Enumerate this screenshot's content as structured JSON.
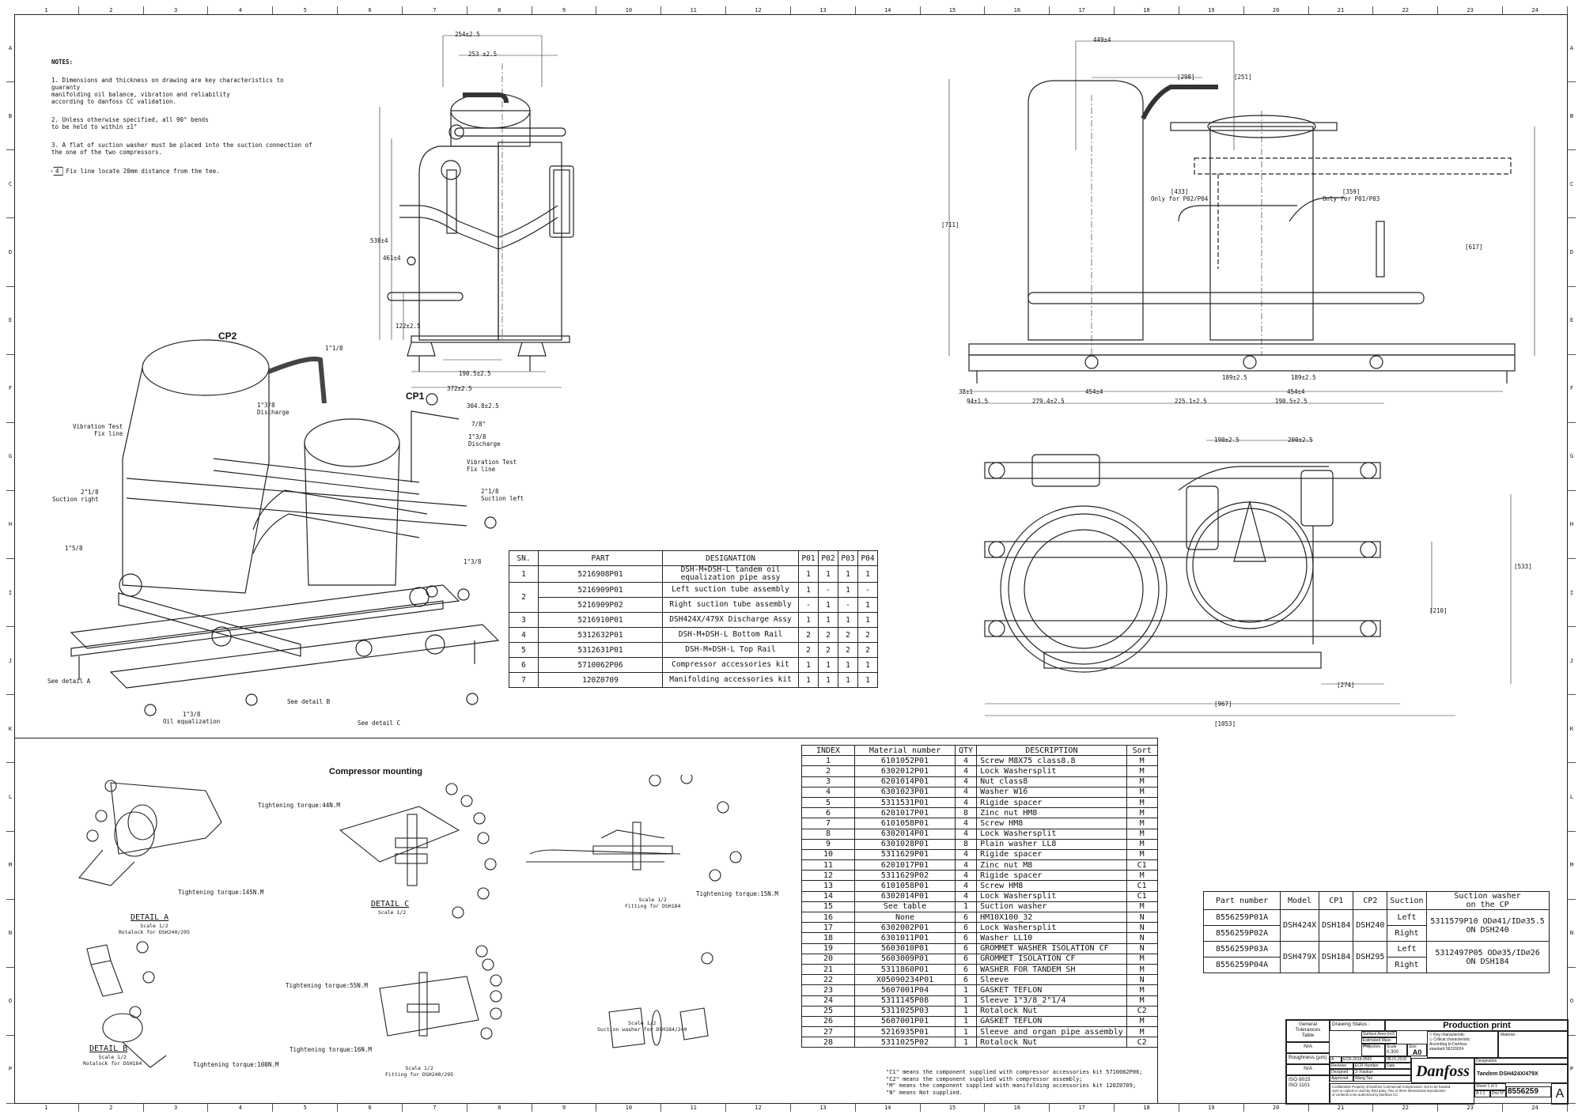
{
  "zones_top": [
    "1",
    "2",
    "3",
    "4",
    "5",
    "6",
    "7",
    "8",
    "9",
    "10",
    "11",
    "12",
    "13",
    "14",
    "15",
    "16",
    "17",
    "18",
    "19",
    "20",
    "21",
    "22",
    "23",
    "24"
  ],
  "zones_side": [
    "A",
    "B",
    "C",
    "D",
    "E",
    "F",
    "G",
    "H",
    "I",
    "J",
    "K",
    "L",
    "M",
    "N",
    "O",
    "P"
  ],
  "notes": {
    "heading": "NOTES:",
    "items": [
      "1. Dimensions and thickness on drawing are key characteristics to guaranty\n   manifolding oil balance, vibration and reliability\n   according to danfoss CC validation.",
      "2. Unless otherwise specified, all 90° bends\n   to be held to within ±1°",
      "3. A flat of suction washer must be placed into the suction connection of\n   the one of the two compressors."
    ],
    "flag_number": "4",
    "flag_text": "Fix line locate 20mm distance from the tee."
  },
  "iso_labels": {
    "cp2": "CP2",
    "cp1": "CP1",
    "pipe_1_1_8": "1\"1/8",
    "discharge_left": "1\"3/8\nDischarge",
    "vib_test_left": "Vibration Test\nFix line",
    "suction_right": "2\"1/8\nSuction right",
    "pipe_7_8": "7/8\"",
    "discharge_right": "1\"3/8\nDischarge",
    "vib_test_right": "Vibration Test\nFix line",
    "suction_left": "2\"1/8\nSuction left",
    "pipe_1_5_8": "1\"5/8",
    "pipe_1_3_8": "1\"3/8",
    "see_detail_a": "See detail A",
    "oil_equalization": "1\"3/8\nOil equalization",
    "see_detail_b": "See detail B",
    "see_detail_c": "See detail C",
    "flag": "4"
  },
  "front_dims": {
    "d254": "254±2.5",
    "d253": "253 ±2.5",
    "d538": "538±4",
    "d461": "461±4",
    "d122": "122±2.5",
    "d190": "190.5±2.5",
    "d372": "372±2.5",
    "d304": "304.8±2.5"
  },
  "side_dims": {
    "d449": "449±4",
    "d298": "[298]",
    "d251": "[251]",
    "d433": "[433]\nOnly for P02/P04",
    "d359": "[359]\nOnly for P01/P03",
    "d711": "[711]",
    "d617": "[617]",
    "d38": "38±1",
    "d94": "94±1.5",
    "d279": "279.4±2.5",
    "d454a": "454±4",
    "d225": "225.1±2.5",
    "d189a": "189±2.5",
    "d189b": "189±2.5",
    "d454b": "454±4",
    "d190": "190.5±2.5"
  },
  "top_dims": {
    "d190": "190±2.5",
    "d200": "200±2.5",
    "d533": "[533]",
    "d210": "[210]",
    "d274": "[274]",
    "d967": "[967]",
    "d1053": "[1053]"
  },
  "parts_table": {
    "headers": [
      "SN.",
      "PART",
      "DESIGNATION",
      "P01",
      "P02",
      "P03",
      "P04"
    ],
    "rows": [
      {
        "sn": "1",
        "part": "5216908P01",
        "designation": "DSH-M+DSH-L tandem oil\nequalization pipe assy",
        "p": [
          "1",
          "1",
          "1",
          "1"
        ]
      },
      {
        "sn": "2",
        "part": "5216909P01",
        "designation": "Left suction tube assembly",
        "p": [
          "1",
          "-",
          "1",
          "-"
        ]
      },
      {
        "sn": "",
        "part": "5216909P02",
        "designation": "Right suction tube assembly",
        "p": [
          "-",
          "1",
          "-",
          "1"
        ]
      },
      {
        "sn": "3",
        "part": "5216910P01",
        "designation": "DSH424X/479X Discharge Assy",
        "p": [
          "1",
          "1",
          "1",
          "1"
        ]
      },
      {
        "sn": "4",
        "part": "5312632P01",
        "designation": "DSH-M+DSH-L Bottom Rail",
        "p": [
          "2",
          "2",
          "2",
          "2"
        ]
      },
      {
        "sn": "5",
        "part": "5312631P01",
        "designation": "DSH-M+DSH-L Top Rail",
        "p": [
          "2",
          "2",
          "2",
          "2"
        ]
      },
      {
        "sn": "6",
        "part": "5710062P06",
        "designation": "Compressor accessories kit",
        "p": [
          "1",
          "1",
          "1",
          "1"
        ]
      },
      {
        "sn": "7",
        "part": "120Z0709",
        "designation": "Manifolding accessories kit",
        "p": [
          "1",
          "1",
          "1",
          "1"
        ]
      }
    ]
  },
  "details": {
    "compressor_mounting": "Compressor mounting",
    "detail_a_title": "DETAIL A",
    "detail_a_sub": "Scale 1/2\nRotalock for DSH240/295",
    "detail_a_torque": "Tightening torque:145N.M",
    "detail_b_title": "DETAIL B",
    "detail_b_sub": "Scale 1/2\nRotalock for DSH184",
    "detail_b_torque": "Tightening torque:100N.M",
    "detail_c_title": "DETAIL C",
    "detail_c_sub": "Scale 1/2",
    "detail_c_torque": "Tightening torque:44N.M",
    "fitting184": "Scale 1/2\nFitting for DSH184",
    "fitting184_torque": "Tightening torque:15N.M",
    "fitting240": "Scale 1/2\nFitting for DSH240/295",
    "fitting240_torque1": "Tightening torque:55N.M",
    "fitting240_torque2": "Tightening torque:16N.M",
    "washer": "Scale 1/2\nSuction washer for DSH184/240"
  },
  "bom": {
    "headers": [
      "INDEX",
      "Material number",
      "QTY",
      "DESCRIPTION",
      "Sort"
    ],
    "rows": [
      [
        "1",
        "6101052P01",
        "4",
        "Screw M8X75 class8.8",
        "M"
      ],
      [
        "2",
        "6302012P01",
        "4",
        "Lock Washersplit",
        "M"
      ],
      [
        "3",
        "6201014P01",
        "4",
        "Nut class8",
        "M"
      ],
      [
        "4",
        "6301023P01",
        "4",
        "Washer W16",
        "M"
      ],
      [
        "5",
        "5311531P01",
        "4",
        "Rigide spacer",
        "M"
      ],
      [
        "6",
        "6201017P01",
        "8",
        "Zinc nut HM8",
        "M"
      ],
      [
        "7",
        "6101058P01",
        "4",
        "Screw HM8",
        "M"
      ],
      [
        "8",
        "6302014P01",
        "4",
        "Lock Washersplit",
        "M"
      ],
      [
        "9",
        "6301028P01",
        "8",
        "Plain washer LL8",
        "M"
      ],
      [
        "10",
        "5311629P01",
        "4",
        "Rigide spacer",
        "M"
      ],
      [
        "11",
        "6201017P01",
        "4",
        "Zinc nut M8",
        "C1"
      ],
      [
        "12",
        "5311629P02",
        "4",
        "Rigide spacer",
        "M"
      ],
      [
        "13",
        "6101058P01",
        "4",
        "Screw HM8",
        "C1"
      ],
      [
        "14",
        "6302014P01",
        "4",
        "Lock Washersplit",
        "C1"
      ],
      [
        "15",
        "See table",
        "1",
        "Suction washer",
        "M"
      ],
      [
        "16",
        "None",
        "6",
        "HM10X100_32",
        "N"
      ],
      [
        "17",
        "6302002P01",
        "6",
        "Lock Washersplit",
        "N"
      ],
      [
        "18",
        "6301011P01",
        "6",
        "Washer LL10",
        "N"
      ],
      [
        "19",
        "5603010P01",
        "6",
        "GROMMET WASHER ISOLATION CF",
        "N"
      ],
      [
        "20",
        "5603009P01",
        "6",
        "GROMMET ISOLATION CF",
        "M"
      ],
      [
        "21",
        "5311860P01",
        "6",
        "WASHER FOR TANDEM SH",
        "M"
      ],
      [
        "22",
        "X05090234P01",
        "6",
        "Sleeve",
        "N"
      ],
      [
        "23",
        "5607001P04",
        "1",
        "GASKET TEFLON",
        "M"
      ],
      [
        "24",
        "5311145P08",
        "1",
        "Sleeve 1\"3/8_2\"1/4",
        "M"
      ],
      [
        "25",
        "5311025P03",
        "1",
        "Rotalock Nut",
        "C2"
      ],
      [
        "26",
        "5607001P01",
        "1",
        "GASKET TEFLON",
        "M"
      ],
      [
        "27",
        "5216935P01",
        "1",
        "Sleeve and organ pipe assembly",
        "M"
      ],
      [
        "28",
        "5311025P02",
        "1",
        "Rotalock Nut",
        "C2"
      ]
    ]
  },
  "footnotes": "\"C1\" means the component supplied with compressor accessories kit 5710062P06;\n\"C2\" means the component supplied with compressor assembly;\n\"M\" means the component supplied with manifolding accessories kit 120Z0709;\n\"N\" means Not supplied.",
  "part_numbers": {
    "headers": [
      "Part number",
      "Model",
      "CP1",
      "CP2",
      "Suction",
      "Suction washer\non the CP"
    ],
    "rows": [
      {
        "pn": "8556259P01A",
        "side": "Left"
      },
      {
        "pn": "8556259P02A",
        "side": "Right"
      },
      {
        "pn": "8556259P03A",
        "side": "Left"
      },
      {
        "pn": "8556259P04A",
        "side": "Right"
      }
    ],
    "groups": [
      {
        "model": "DSH424X",
        "cp1": "DSH184",
        "cp2": "DSH240",
        "washer": "5311579P10 OD∅41/ID∅35.5\nON DSH240"
      },
      {
        "model": "DSH479X",
        "cp1": "DSH184",
        "cp2": "DSH295",
        "washer": "5312497P05 OD∅35/ID∅26\nON DSH184"
      }
    ]
  },
  "title_block": {
    "general_tolerances": "General\nTolerances\nTable",
    "drawing_status_label": "Drawing Status :",
    "drawing_status": "Production print",
    "size_label": "Size",
    "size": "A0",
    "scale_label": "Scale",
    "scale": "0.300",
    "projection_label": "Projection",
    "surface_area": "Surface Area (m2)",
    "estimated_mass": "Estimated Mass (kg)",
    "na1": "N/A",
    "na2": "N/A",
    "roughness": "Roughness (µm)",
    "iso": "ISO 8015\nISO 1101",
    "rev_letter": "A",
    "ecr": "ECR-2018-9569",
    "date": "08.01.2018",
    "revision_label": "Revision",
    "ecr_label": "ECR Number",
    "date_label": "Date",
    "designed_label": "Designed",
    "designer": "Ji Xiaokun",
    "approved_label": "Approved",
    "approver": "Wang Tao",
    "key_char": "▽ Key characteristic\n◇ Critical characteristic\nAccording to Danfoss\nstandard 56220024",
    "material_label": "Material",
    "material": "-",
    "designation_label": "Designation",
    "designation": "Tandem DSH424X/479X",
    "brand": "Danfoss",
    "confidential": "Confidential: Property of Danfoss Commercial Compressors. Not to be handed\nover to copied or used by third party. Two or three dimensional reproduction\nof contents to be authorized by Danfoss CC.",
    "sheet": "Sheet 1 of 1",
    "format": "A 1:1",
    "drw_label": "Drw N°",
    "drw": "8556259",
    "rev_big": "A"
  }
}
